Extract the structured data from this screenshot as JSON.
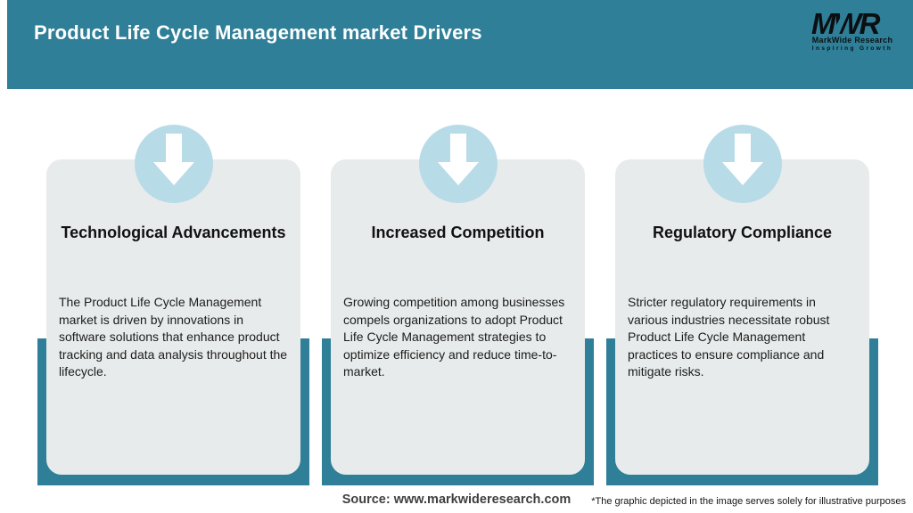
{
  "colors": {
    "teal": "#2e7f97",
    "badge": "#b8dbe8",
    "card": "#e8ebeb"
  },
  "header": {
    "title": "Product Life Cycle Management market Drivers",
    "logo": {
      "acronym": "MWR",
      "name": "MarkWide Research",
      "tagline": "Inspiring Growth"
    }
  },
  "cards": [
    {
      "title": "Technological Advancements",
      "icon": "down-arrow-icon",
      "description": "The Product Life Cycle Management\nmarket is driven by innovations in\nsoftware solutions that enhance product\ntracking and data analysis throughout the\nlifecycle."
    },
    {
      "title": "Increased Competition",
      "icon": "down-arrow-icon",
      "description": "Growing competition among businesses\ncompels organizations to adopt Product\nLife Cycle Management strategies to\noptimize efficiency and reduce time-to-\nmarket."
    },
    {
      "title": "Regulatory Compliance",
      "icon": "down-arrow-icon",
      "description": "Stricter regulatory requirements in\nvarious industries necessitate robust\nProduct Life Cycle Management\npractices to ensure compliance and\nmitigate risks."
    }
  ],
  "footer": {
    "source": "Source: www.markwideresearch.com",
    "disclaimer": "*The graphic depicted in the image serves solely for illustrative purposes"
  }
}
